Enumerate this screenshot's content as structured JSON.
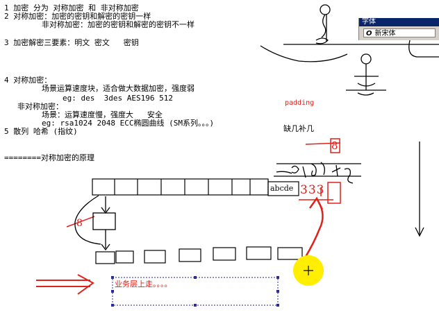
{
  "notes": {
    "line1": "1 加密 分为 对称加密 和 非对称加密",
    "line2": "2 对称加密：加密的密钥和解密的密钥一样",
    "line3": "非对称加密：加密的密钥和解密的密钥不一样",
    "line4": "3 加密解密三要素：明文 密文   密钥",
    "line5": "4 对称加密：",
    "line6": "场景运算速度块，适合做大数据加密，强度弱",
    "line7": "eg: des  3des AES196 512",
    "line8": "非对称加密：",
    "line9": "场景：运算速度慢，强度大   安全",
    "line10": "eg: rsa1024 2048 ECC椭圆曲线 (SM系列。。。)",
    "line11": "5 散列 哈希 (指纹)",
    "line12": "========对称加密的原理"
  },
  "annotations": {
    "padding": "padding",
    "missing_fill": "缺几补几",
    "business": "业务层上走。。。。",
    "block_text": "abcde",
    "number_8_right": "8",
    "number_333": "333",
    "number_8_left": "8"
  },
  "font_panel": {
    "title": "字体",
    "icon": "O",
    "value": "新宋体"
  },
  "colors": {
    "red": "#e0201a",
    "highlight": "#ffee00",
    "panel_header": "#0a246a"
  }
}
